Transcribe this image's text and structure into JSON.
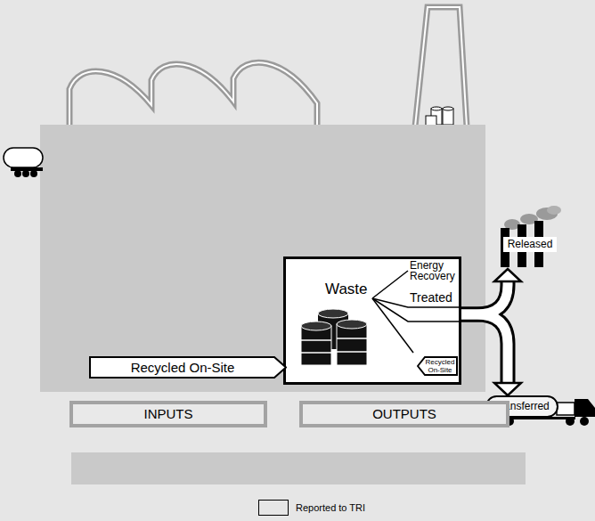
{
  "diagram": {
    "nodes": [
      {
        "text": [
          "Released"
        ]
      },
      {
        "text": [
          "Waste"
        ]
      },
      {
        "text": [
          "Recycled On-Site"
        ]
      },
      {
        "text": [
          "Recycled On-Site"
        ],
        "in": 1
      },
      {
        "text": [
          "Transferred"
        ]
      },
      {
        "text": [
          "INPUTS"
        ]
      },
      {
        "text": [
          "OUTPUTS"
        ]
      }
    ],
    "edges": [
      {
        "from": 1,
        "to": 0,
        "arrow": "to"
      },
      {
        "from": 1,
        "to": 4,
        "arrow": "to"
      }
    ],
    "labels": [
      "Energy Recovery",
      "Treated"
    ],
    "legend": [
      {
        "text": "Reported to TRI"
      }
    ]
  }
}
